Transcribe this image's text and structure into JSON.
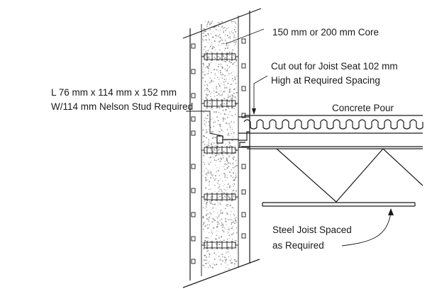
{
  "labels": {
    "core": "150 mm or 200 mm Core",
    "cutout_line1": "Cut out for Joist Seat 102 mm",
    "cutout_line2": "High at Required Spacing",
    "angle_line1": "L 76 mm x 114 mm x 152 mm",
    "angle_line2": "W/114 mm Nelson Stud Required",
    "concrete": "Concrete Pour",
    "joist_line1": "Steel Joist Spaced",
    "joist_line2": "as Required"
  },
  "colors": {
    "line": "#1a1a1a",
    "concrete_stipple": "#8a8a8a"
  }
}
